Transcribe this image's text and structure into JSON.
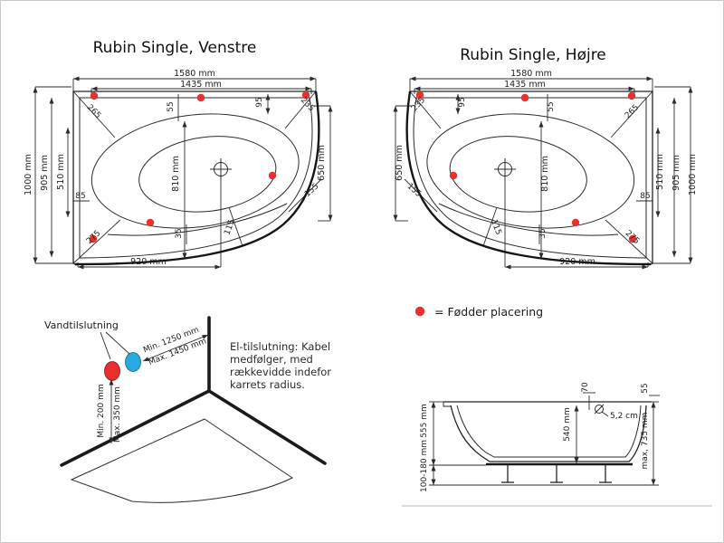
{
  "colors": {
    "feet_dot": "#e8312f",
    "water_blue": "#2aa9e0",
    "line": "#2b2b2b"
  },
  "venstre": {
    "title": "Rubin Single, Venstre",
    "dims": {
      "w1580": "1580 mm",
      "w1435": "1435 mm",
      "h1000": "1000 mm",
      "h905": "905 mm",
      "h510": "510 mm",
      "h810": "810 mm",
      "h650": "650 mm",
      "w920": "920 mm",
      "d265": "265",
      "d235": "235",
      "d275": "275",
      "d155": "155",
      "d115": "115",
      "o95": "95",
      "o55": "55",
      "o85": "85",
      "o35": "35"
    }
  },
  "hojre": {
    "title": "Rubin Single, Højre",
    "dims": {
      "w1580": "1580 mm",
      "w1435": "1435 mm",
      "h1000": "1000 mm",
      "h905": "905 mm",
      "h510": "510 mm",
      "h810": "810 mm",
      "h650": "650 mm",
      "w920": "920 mm",
      "d265": "265",
      "d235": "235",
      "d275": "275",
      "d155": "155",
      "d115": "115",
      "o95": "95",
      "o55": "55",
      "o85": "85",
      "o35": "35"
    }
  },
  "legend": {
    "label": "= Fødder placering"
  },
  "installation": {
    "water_label": "Vandtilslutning",
    "dist_min": "Min. 1250 mm",
    "dist_max": "Max. 1450 mm",
    "height_min": "Min. 200 mm",
    "height_max": "Max. 350 mm"
  },
  "electrical": {
    "line1": "El-tilslutning: Kabel",
    "line2": "medfølger, med",
    "line3": "rækkevidde indefor",
    "line4": "karrets radius."
  },
  "sideview": {
    "h555": "555 mm",
    "h100_180": "100-180 mm",
    "h540": "540 mm",
    "o70": "70",
    "o55": "55",
    "dia": "5,2 cm",
    "max735": "max, 735 mm"
  }
}
